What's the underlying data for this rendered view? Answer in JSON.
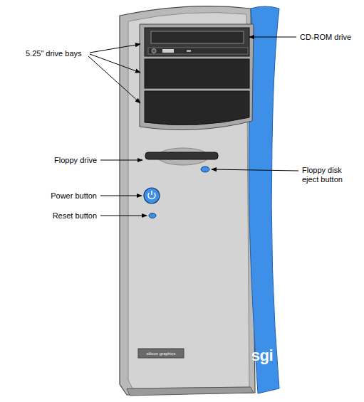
{
  "diagram": {
    "labels": [
      "CD-ROM drive",
      "5.25\" drive bays",
      "Floppy drive",
      "Floppy disk eject button",
      "Power button",
      "Reset button",
      "silicon graphics",
      "sgi"
    ]
  }
}
